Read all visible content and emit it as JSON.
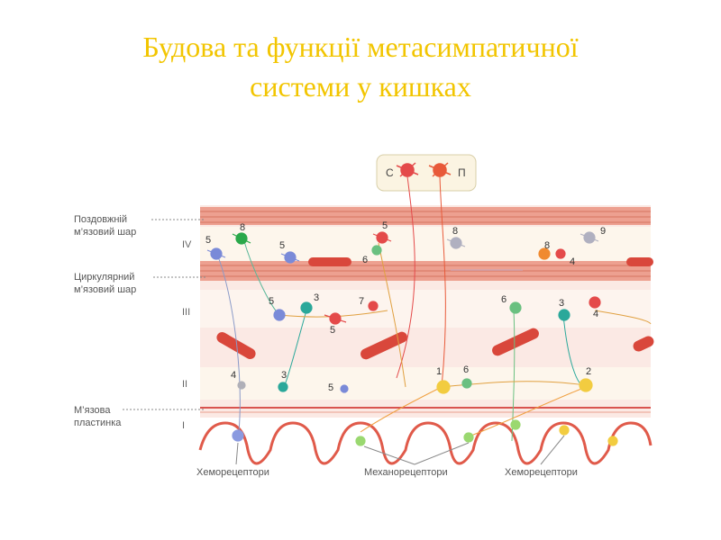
{
  "title": {
    "line1": "Будова та функції метасимпатичної",
    "line2": "системи у кишках"
  },
  "colors": {
    "title": "#f2c500",
    "muscle": "#e9a08e",
    "mucosa_line": "#d9534f",
    "vessel": "#d9473b",
    "sympathetic_neuron": "#e44a4a",
    "parasympathetic_neuron": "#e85a3a"
  },
  "cns": {
    "sympathetic": "С",
    "parasympathetic": "П"
  },
  "layer_labels": {
    "longitudinal_line1": "Поздовжній",
    "longitudinal_line2": "м’язовий шар",
    "circular_line1": "Циркулярний",
    "circular_line2": "м’язовий шар",
    "muscularis_line1": "М’язова",
    "muscularis_line2": "пластинка"
  },
  "layer_numerals": [
    "IV",
    "III",
    "II",
    "I"
  ],
  "receptor_labels": {
    "chemo_left": "Хеморецептори",
    "mechano": "Механорецептори",
    "chemo_right": "Хеморецептори"
  },
  "neuron_numbers": {
    "n_8a": "8",
    "n_5a": "5",
    "n_5b": "5",
    "n_5c": "5",
    "n_6a": "6",
    "n_8b": "8",
    "n_8c": "8",
    "n_4a": "4",
    "n_9": "9",
    "n_5d": "5",
    "n_3a": "3",
    "n_7": "7",
    "n_5e": "5",
    "n_6b": "6",
    "n_3b": "3",
    "n_4b": "4",
    "n_4c": "4",
    "n_3c": "3",
    "n_5f": "5",
    "n_1": "1",
    "n_6c": "6",
    "n_2": "2"
  }
}
